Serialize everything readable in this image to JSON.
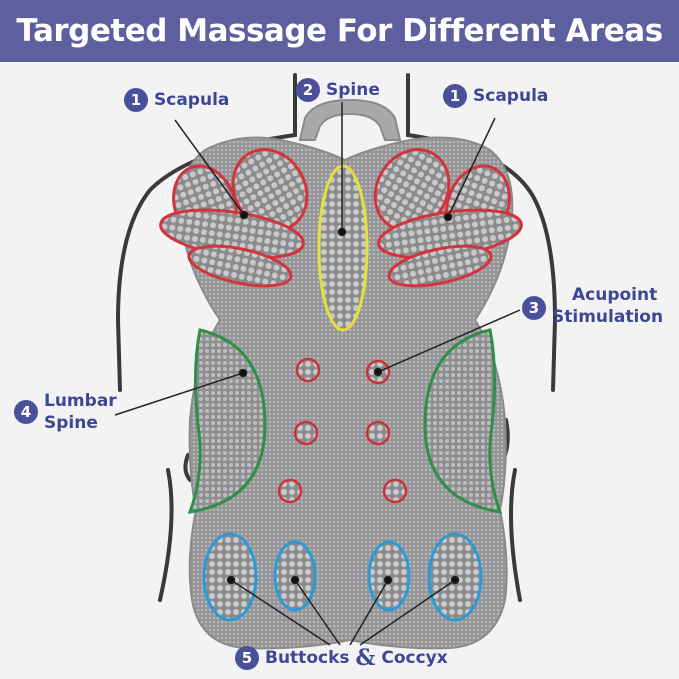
{
  "title": "Targeted Massage For Different Areas",
  "labels": {
    "scapula_left": {
      "num": "1",
      "text": "Scapula"
    },
    "spine": {
      "num": "2",
      "text": "Spine"
    },
    "scapula_right": {
      "num": "1",
      "text": "Scapula"
    },
    "acupoint": {
      "num": "3",
      "line1": "Acupoint",
      "line2": "Stimulation"
    },
    "lumbar": {
      "num": "4",
      "line1": "Lumbar",
      "line2": "Spine"
    },
    "buttocks": {
      "num": "5",
      "text_a": "Buttocks",
      "amp": "&",
      "text_b": "Coccyx"
    }
  },
  "colors": {
    "banner": "#5d5f9e",
    "label_text": "#3e4796",
    "badge": "#4b509a",
    "mat": "#9a9a9c",
    "scapula_outline": "#d2343b",
    "spine_outline": "#e8df3c",
    "lumbar_outline": "#2f8f47",
    "buttocks_outline": "#2a9ad6",
    "acupoint_outline": "#c9343a"
  },
  "icons": [
    "massage-mat",
    "body-silhouette",
    "handle"
  ]
}
